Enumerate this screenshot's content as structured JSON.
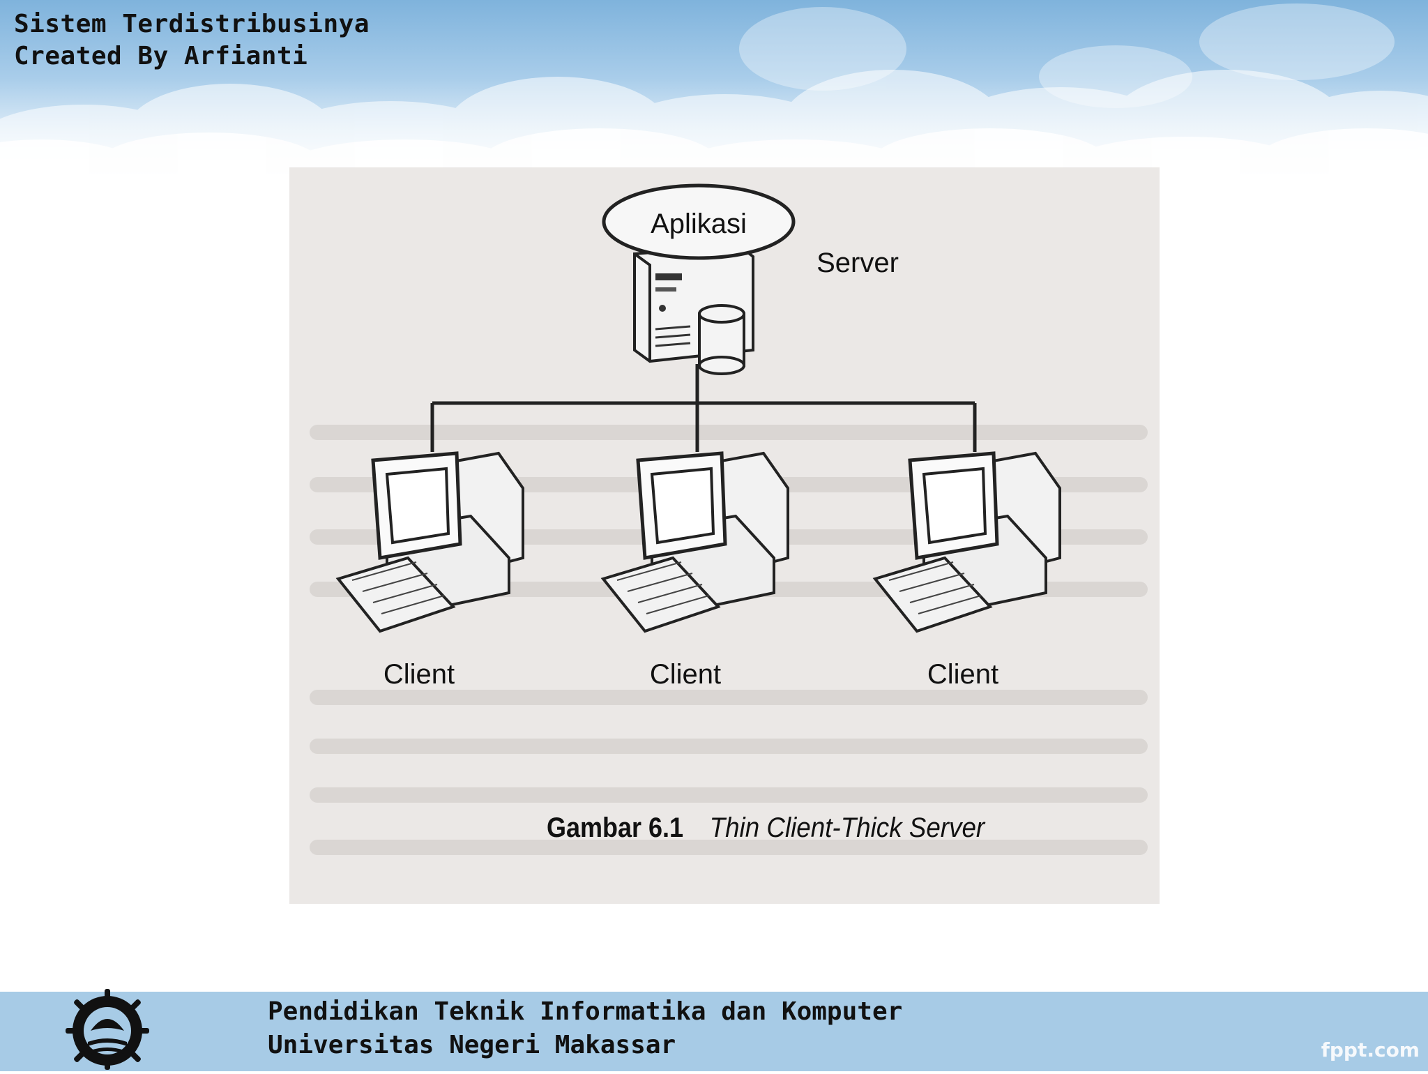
{
  "header": {
    "line1": "Sistem Terdistribusinya",
    "line2": "Created By Arfianti"
  },
  "diagram": {
    "app_label": "Aplikasi",
    "server_label": "Server",
    "client_labels": [
      "Client",
      "Client",
      "Client"
    ],
    "caption_bold": "Gambar 6.1",
    "caption_italic": "Thin Client-Thick Server"
  },
  "footer": {
    "line1": "Pendidikan Teknik Informatika dan Komputer",
    "line2": "Universitas Negeri Makassar",
    "watermark": "fppt.com"
  },
  "colors": {
    "sky_top": "#7fb3dc",
    "footer_bar": "#a7cbe6",
    "figure_bg": "#ebe8e6"
  }
}
